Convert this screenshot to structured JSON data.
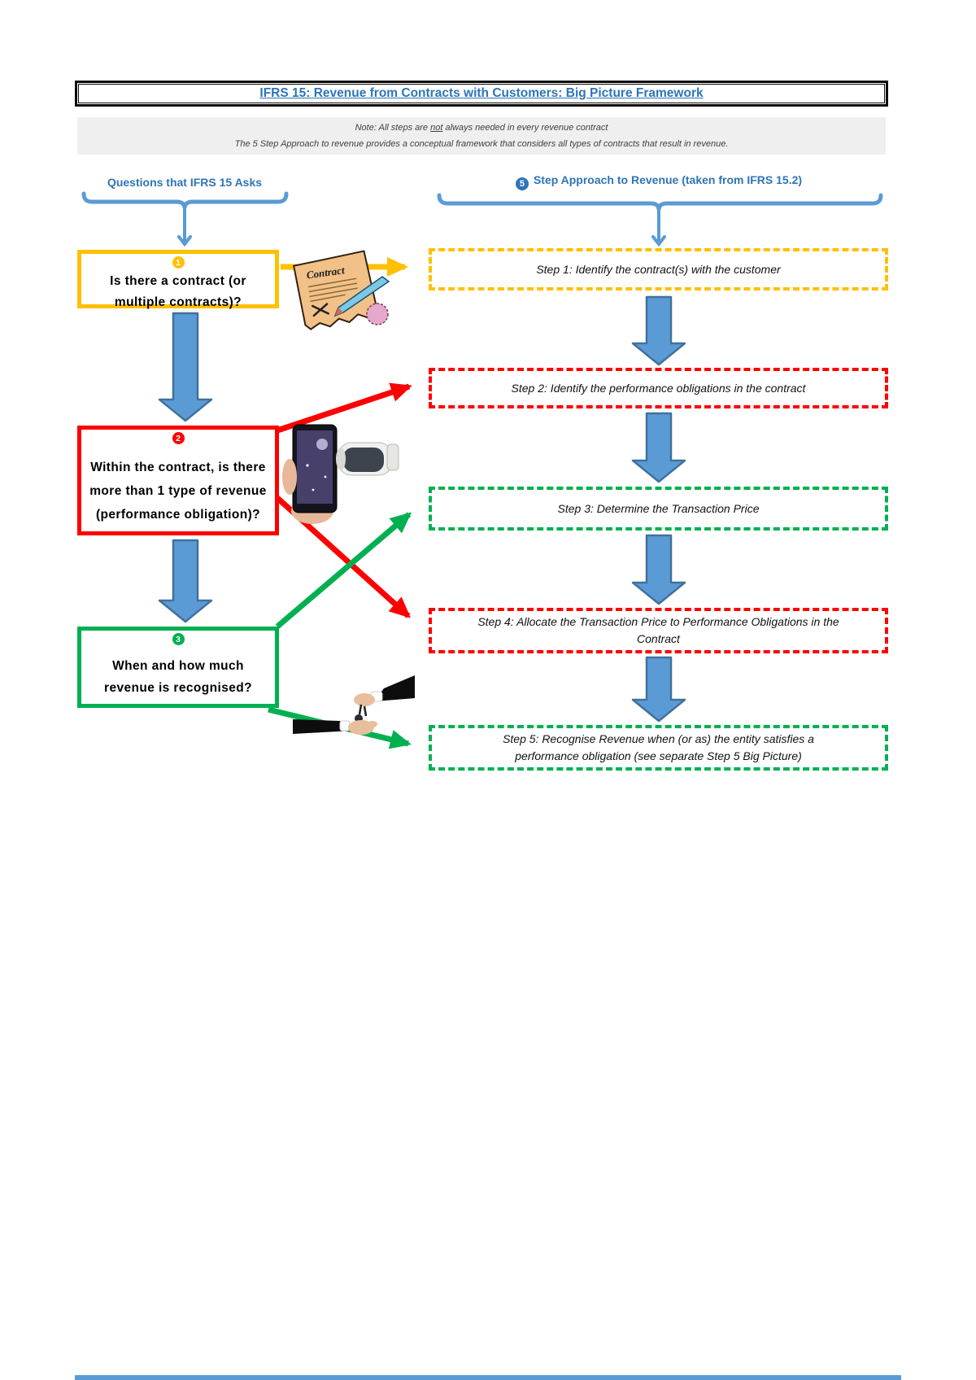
{
  "title": "IFRS 15: Revenue from Contracts with Customers: Big Picture Framework",
  "note": {
    "line1_pre": "Note: All steps are ",
    "line1_underlined": "not",
    "line1_post": " always needed in every revenue contract",
    "line2": "The 5 Step Approach to revenue provides a conceptual framework that considers all types of contracts that result in revenue."
  },
  "headers": {
    "left": "Questions that IFRS 15 Asks",
    "right_badge": "5",
    "right": "Step Approach to Revenue (taken from IFRS 15.2)"
  },
  "questions": [
    {
      "badge": "1",
      "color": "#FFC000",
      "lines": [
        "Is there a contract (or",
        "multiple contracts)?"
      ]
    },
    {
      "badge": "2",
      "color": "#FF0000",
      "lines": [
        "Within the contract, is there",
        "more than 1 type of revenue",
        "(performance obligation)?"
      ]
    },
    {
      "badge": "3",
      "color": "#00B050",
      "lines": [
        "When and how much",
        "revenue is recognised?"
      ]
    }
  ],
  "steps": [
    {
      "color": "#FFC000",
      "lines": [
        "Step 1: Identify the contract(s) with the customer"
      ]
    },
    {
      "color": "#FF0000",
      "lines": [
        "Step 2: Identify the performance obligations in the contract"
      ]
    },
    {
      "color": "#00B050",
      "lines": [
        "Step 3: Determine the Transaction Price"
      ]
    },
    {
      "color": "#FF0000",
      "lines": [
        "Step 4: Allocate the Transaction Price to Performance Obligations in the",
        "Contract"
      ]
    },
    {
      "color": "#00B050",
      "lines": [
        "Step 5: Recognise Revenue when (or as) the entity satisfies a",
        "performance obligation (see separate Step 5 Big Picture)"
      ]
    }
  ],
  "images": {
    "contract": {
      "label": "Contract"
    }
  },
  "colors": {
    "title_blue": "#2E75B6",
    "accent_blue": "#5B9BD5",
    "arrow_border": "#41719C",
    "yellow": "#FFC000",
    "red": "#FF0000",
    "green": "#00B050",
    "note_bg": "#EFEFEF"
  }
}
